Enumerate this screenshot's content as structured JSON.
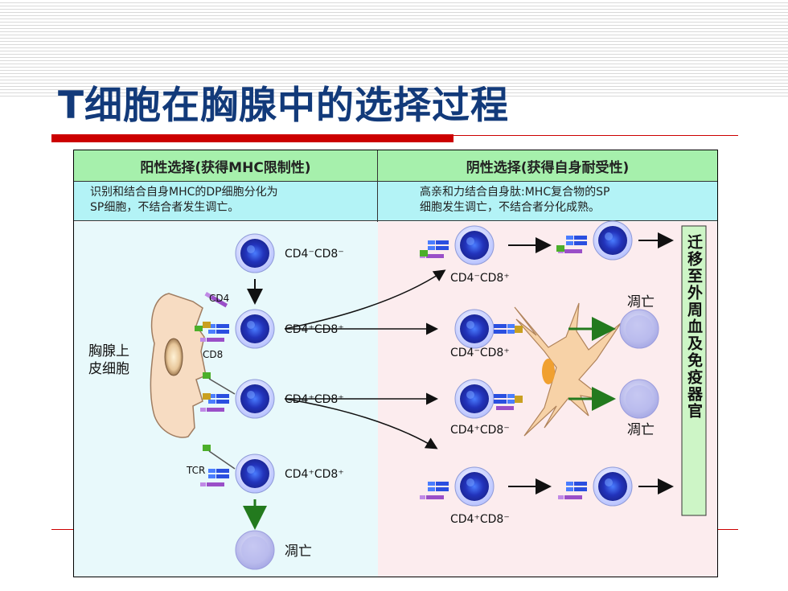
{
  "title": "T细胞在胸腺中的选择过程",
  "positive": {
    "header": "阳性选择(获得MHC限制性)",
    "desc_line1": "识别和结合自身MHC的DP细胞分化为",
    "desc_line2": "SP细胞，不结合者发生调亡。"
  },
  "negative": {
    "header": "阴性选择(获得自身耐受性)",
    "desc_line1": "高亲和力结合自身肽:MHC复合物的SP",
    "desc_line2": "细胞发生调亡，不结合者分化成熟。"
  },
  "left": {
    "cell1_label": "CD4⁻CD8⁻",
    "cd4_label": "CD4",
    "cd8_label": "CD8",
    "cell2_label": "CD4⁺CD8⁺",
    "cell3_label": "CD4⁺CD8⁺",
    "tcr_label": "TCR",
    "cell4_label": "CD4⁺CD8⁺",
    "apoptosis_label": "凋亡",
    "epithelial_line1": "胸腺上",
    "epithelial_line2": "皮细胞"
  },
  "right": {
    "top_label": "CD4⁻CD8⁺",
    "apop1": "凋亡",
    "mid1_label": "CD4⁻CD8⁺",
    "mid2_label": "CD4⁺CD8⁻",
    "apop2": "凋亡",
    "bottom_label": "CD4⁺CD8⁻",
    "migrate": "迁移至外周血及免疫器官"
  },
  "colors": {
    "title": "#123a7a",
    "accent_red": "#cc0000",
    "header_green": "#a6f0ac",
    "sub_cyan": "#b3f3f6",
    "cell_blue": "#2233bb",
    "apoptotic": "#c7c8f2"
  }
}
